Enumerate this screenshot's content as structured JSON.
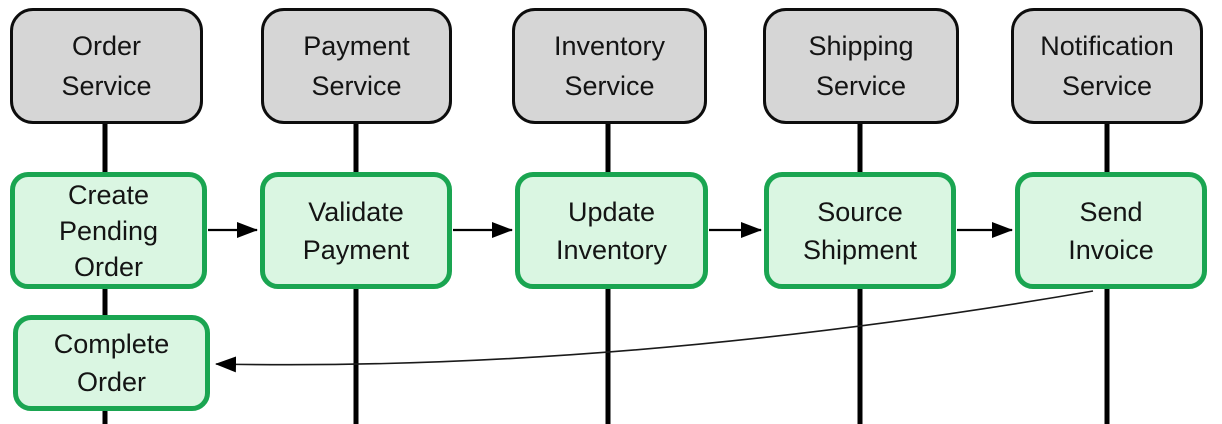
{
  "diagram": {
    "type": "sequence-flow",
    "services": [
      {
        "name": "Order Service",
        "lines": [
          "Order",
          "Service"
        ]
      },
      {
        "name": "Payment Service",
        "lines": [
          "Payment",
          "Service"
        ]
      },
      {
        "name": "Inventory Service",
        "lines": [
          "Inventory",
          "Service"
        ]
      },
      {
        "name": "Shipping Service",
        "lines": [
          "Shipping",
          "Service"
        ]
      },
      {
        "name": "Notification Service",
        "lines": [
          "Notification",
          "Service"
        ]
      }
    ],
    "steps": [
      {
        "name": "Create Pending Order",
        "lines": [
          "Create",
          "Pending",
          "Order"
        ],
        "service": "Order Service"
      },
      {
        "name": "Validate Payment",
        "lines": [
          "Validate",
          "Payment"
        ],
        "service": "Payment Service"
      },
      {
        "name": "Update Inventory",
        "lines": [
          "Update",
          "Inventory"
        ],
        "service": "Inventory Service"
      },
      {
        "name": "Source Shipment",
        "lines": [
          "Source",
          "Shipment"
        ],
        "service": "Shipping Service"
      },
      {
        "name": "Send Invoice",
        "lines": [
          "Send",
          "Invoice"
        ],
        "service": "Notification Service"
      },
      {
        "name": "Complete Order",
        "lines": [
          "Complete",
          "Order"
        ],
        "service": "Order Service"
      }
    ],
    "edges": [
      {
        "from": "Create Pending Order",
        "to": "Validate Payment",
        "style": "straight"
      },
      {
        "from": "Validate Payment",
        "to": "Update Inventory",
        "style": "straight"
      },
      {
        "from": "Update Inventory",
        "to": "Source Shipment",
        "style": "straight"
      },
      {
        "from": "Source Shipment",
        "to": "Send Invoice",
        "style": "straight"
      },
      {
        "from": "Send Invoice",
        "to": "Complete Order",
        "style": "curved"
      }
    ],
    "colors": {
      "service_fill": "#d6d6d6",
      "service_border": "#0d0d0d",
      "step_fill": "#daf6e2",
      "step_border": "#1aa551",
      "connector": "#000000"
    }
  }
}
